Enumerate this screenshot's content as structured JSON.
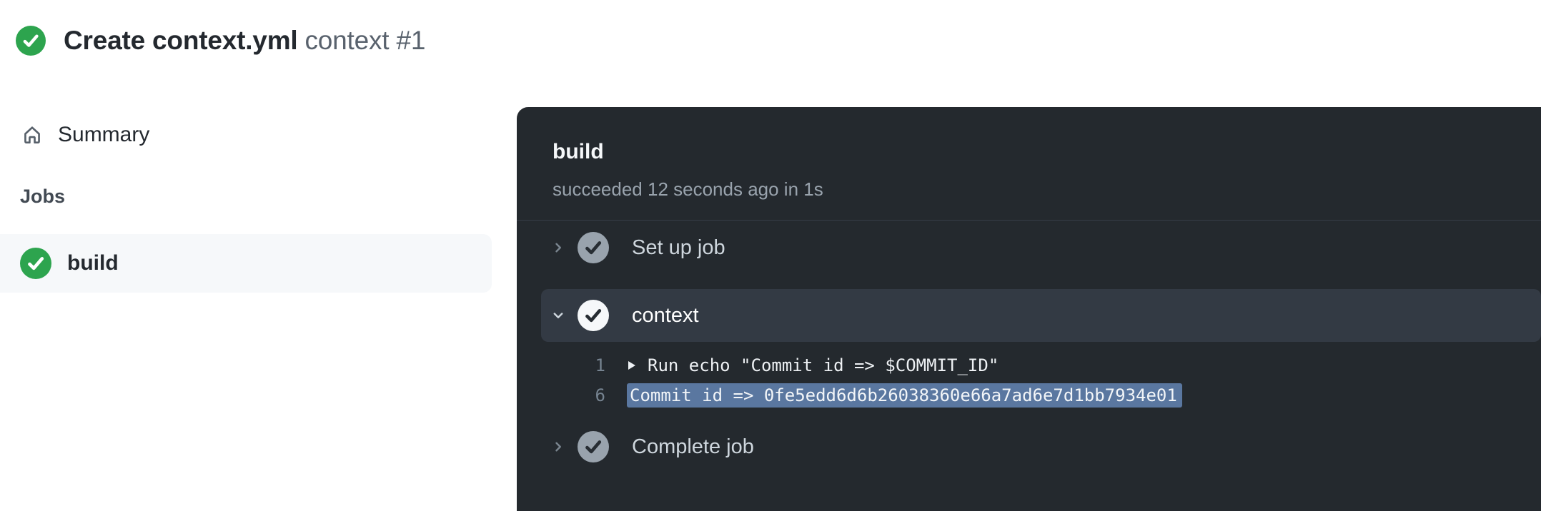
{
  "page": {
    "title": "Create context.yml",
    "run_suffix": "context #1"
  },
  "sidebar": {
    "summary_label": "Summary",
    "jobs_header": "Jobs",
    "jobs": [
      {
        "name": "build",
        "status": "success"
      }
    ]
  },
  "panel": {
    "job_name": "build",
    "status_line": "succeeded 12 seconds ago in 1s",
    "steps": [
      {
        "label": "Set up job",
        "state": "collapsed",
        "status": "success"
      },
      {
        "label": "context",
        "state": "expanded",
        "status": "success"
      },
      {
        "label": "Complete job",
        "state": "collapsed",
        "status": "success"
      }
    ],
    "log_lines": [
      {
        "number": "1",
        "prefix_icon": "play-triangle-icon",
        "text": "Run echo \"Commit id => $COMMIT_ID\"",
        "highlighted": false
      },
      {
        "number": "6",
        "prefix_icon": null,
        "text": "Commit id => 0fe5edd6d6b26038360e66a7ad6e7d1bb7934e01",
        "highlighted": true
      }
    ]
  },
  "colors": {
    "success_green": "#2da44e",
    "panel_bg": "#24292e",
    "panel_divider": "#373e47",
    "expanded_step_bg": "#333a44",
    "selection_highlight": "#5a77a0",
    "sidebar_selected_bg": "#f6f8fa",
    "line_number_gray": "#768390",
    "muted_text": "#99a3ad"
  }
}
